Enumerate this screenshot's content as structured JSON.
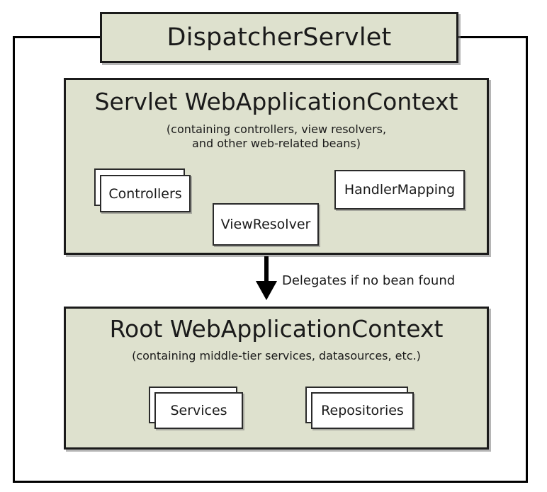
{
  "diagram": {
    "title": "DispatcherServlet",
    "outer_frame_name": "DispatcherServlet boundary",
    "colors": {
      "context_fill": "#dee1ce",
      "leaf_fill": "#ffffff",
      "stroke": "#1b1b1b",
      "page_background": "#ffffff"
    },
    "servlet_context": {
      "heading": "Servlet WebApplicationContext",
      "subtitle_line1": "(containing controllers, view resolvers,",
      "subtitle_line2": "and other web-related beans)",
      "beans": [
        {
          "label": "Controllers",
          "stacked": true
        },
        {
          "label": "ViewResolver",
          "stacked": false
        },
        {
          "label": "HandlerMapping",
          "stacked": false
        }
      ]
    },
    "connector": {
      "label": "Delegates if no bean found",
      "direction": "down",
      "icon": "down-arrow-icon"
    },
    "root_context": {
      "heading": "Root WebApplicationContext",
      "subtitle_line1": "(containing middle-tier services, datasources, etc.)",
      "beans": [
        {
          "label": "Services",
          "stacked": true
        },
        {
          "label": "Repositories",
          "stacked": true
        }
      ]
    }
  }
}
